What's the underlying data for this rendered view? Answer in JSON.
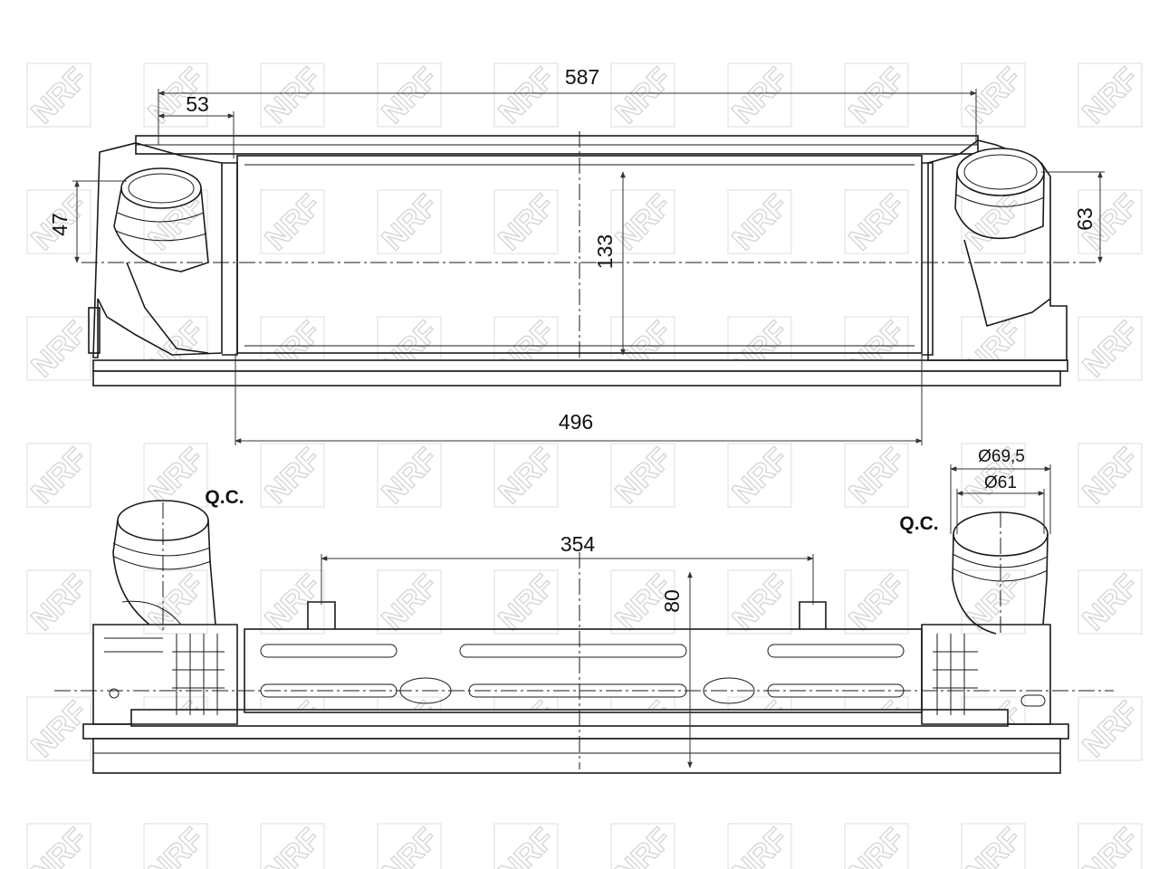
{
  "watermark": {
    "text": "NRF"
  },
  "top_view": {
    "dims": {
      "overall_length": "587",
      "inlet_offset": "53",
      "inlet_height": "47",
      "core_height": "133",
      "outlet_height": "63",
      "core_width": "496"
    }
  },
  "front_view": {
    "label_left": "Q.C.",
    "label_right": "Q.C.",
    "dims": {
      "mount_spacing": "354",
      "depth": "80",
      "outer_diameter": "Ø69,5",
      "inner_diameter": "Ø61"
    }
  }
}
